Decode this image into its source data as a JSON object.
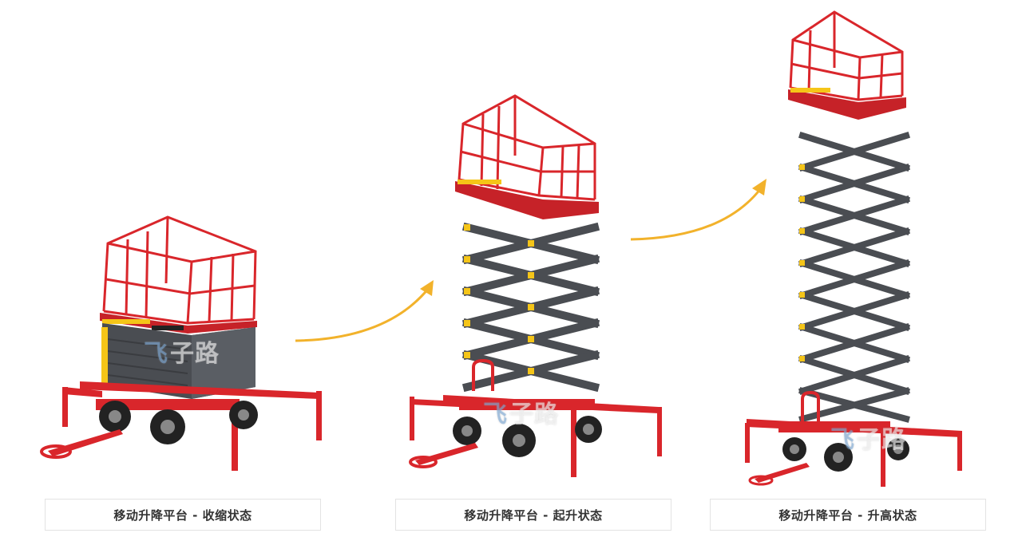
{
  "captions": [
    "移动升降平台 - 收缩状态",
    "移动升降平台 - 起升状态",
    "移动升降平台 - 升高状态"
  ],
  "watermark": {
    "mark": "飞",
    "text": "子路"
  },
  "colors": {
    "frame_red": "#d9262b",
    "scissor_gray": "#4a4d52",
    "arrow_yellow": "#f2b22b",
    "tire_black": "#222222",
    "hazard_yellow": "#f5c518"
  },
  "icons": [
    "arrow-curve-icon",
    "arrow-curve-icon"
  ]
}
